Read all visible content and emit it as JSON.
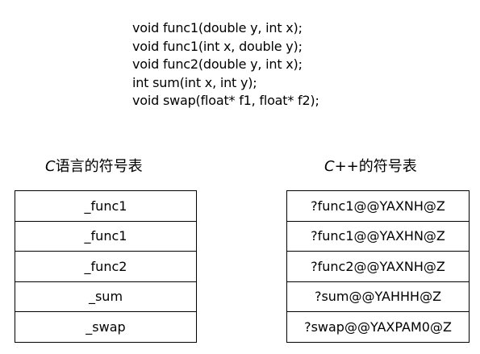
{
  "code_lines": [
    "void func1(double y, int x);",
    "void func1(int x, double y);",
    "void func2(double y, int x);",
    "int sum(int x, int y);",
    "void swap(float* f1, float* f2);"
  ],
  "c_table": {
    "title_prefix": "C",
    "title_suffix": "语言的符号表",
    "rows": [
      "_func1",
      "_func1",
      "_func2",
      "_sum",
      "_swap"
    ]
  },
  "cpp_table": {
    "title_prefix": "C++",
    "title_suffix": "的符号表",
    "rows": [
      "?func1@@YAXNH@Z",
      "?func1@@YAXHN@Z",
      "?func2@@YAXNH@Z",
      "?sum@@YAHHH@Z",
      "?swap@@YAXPAM0@Z"
    ]
  }
}
